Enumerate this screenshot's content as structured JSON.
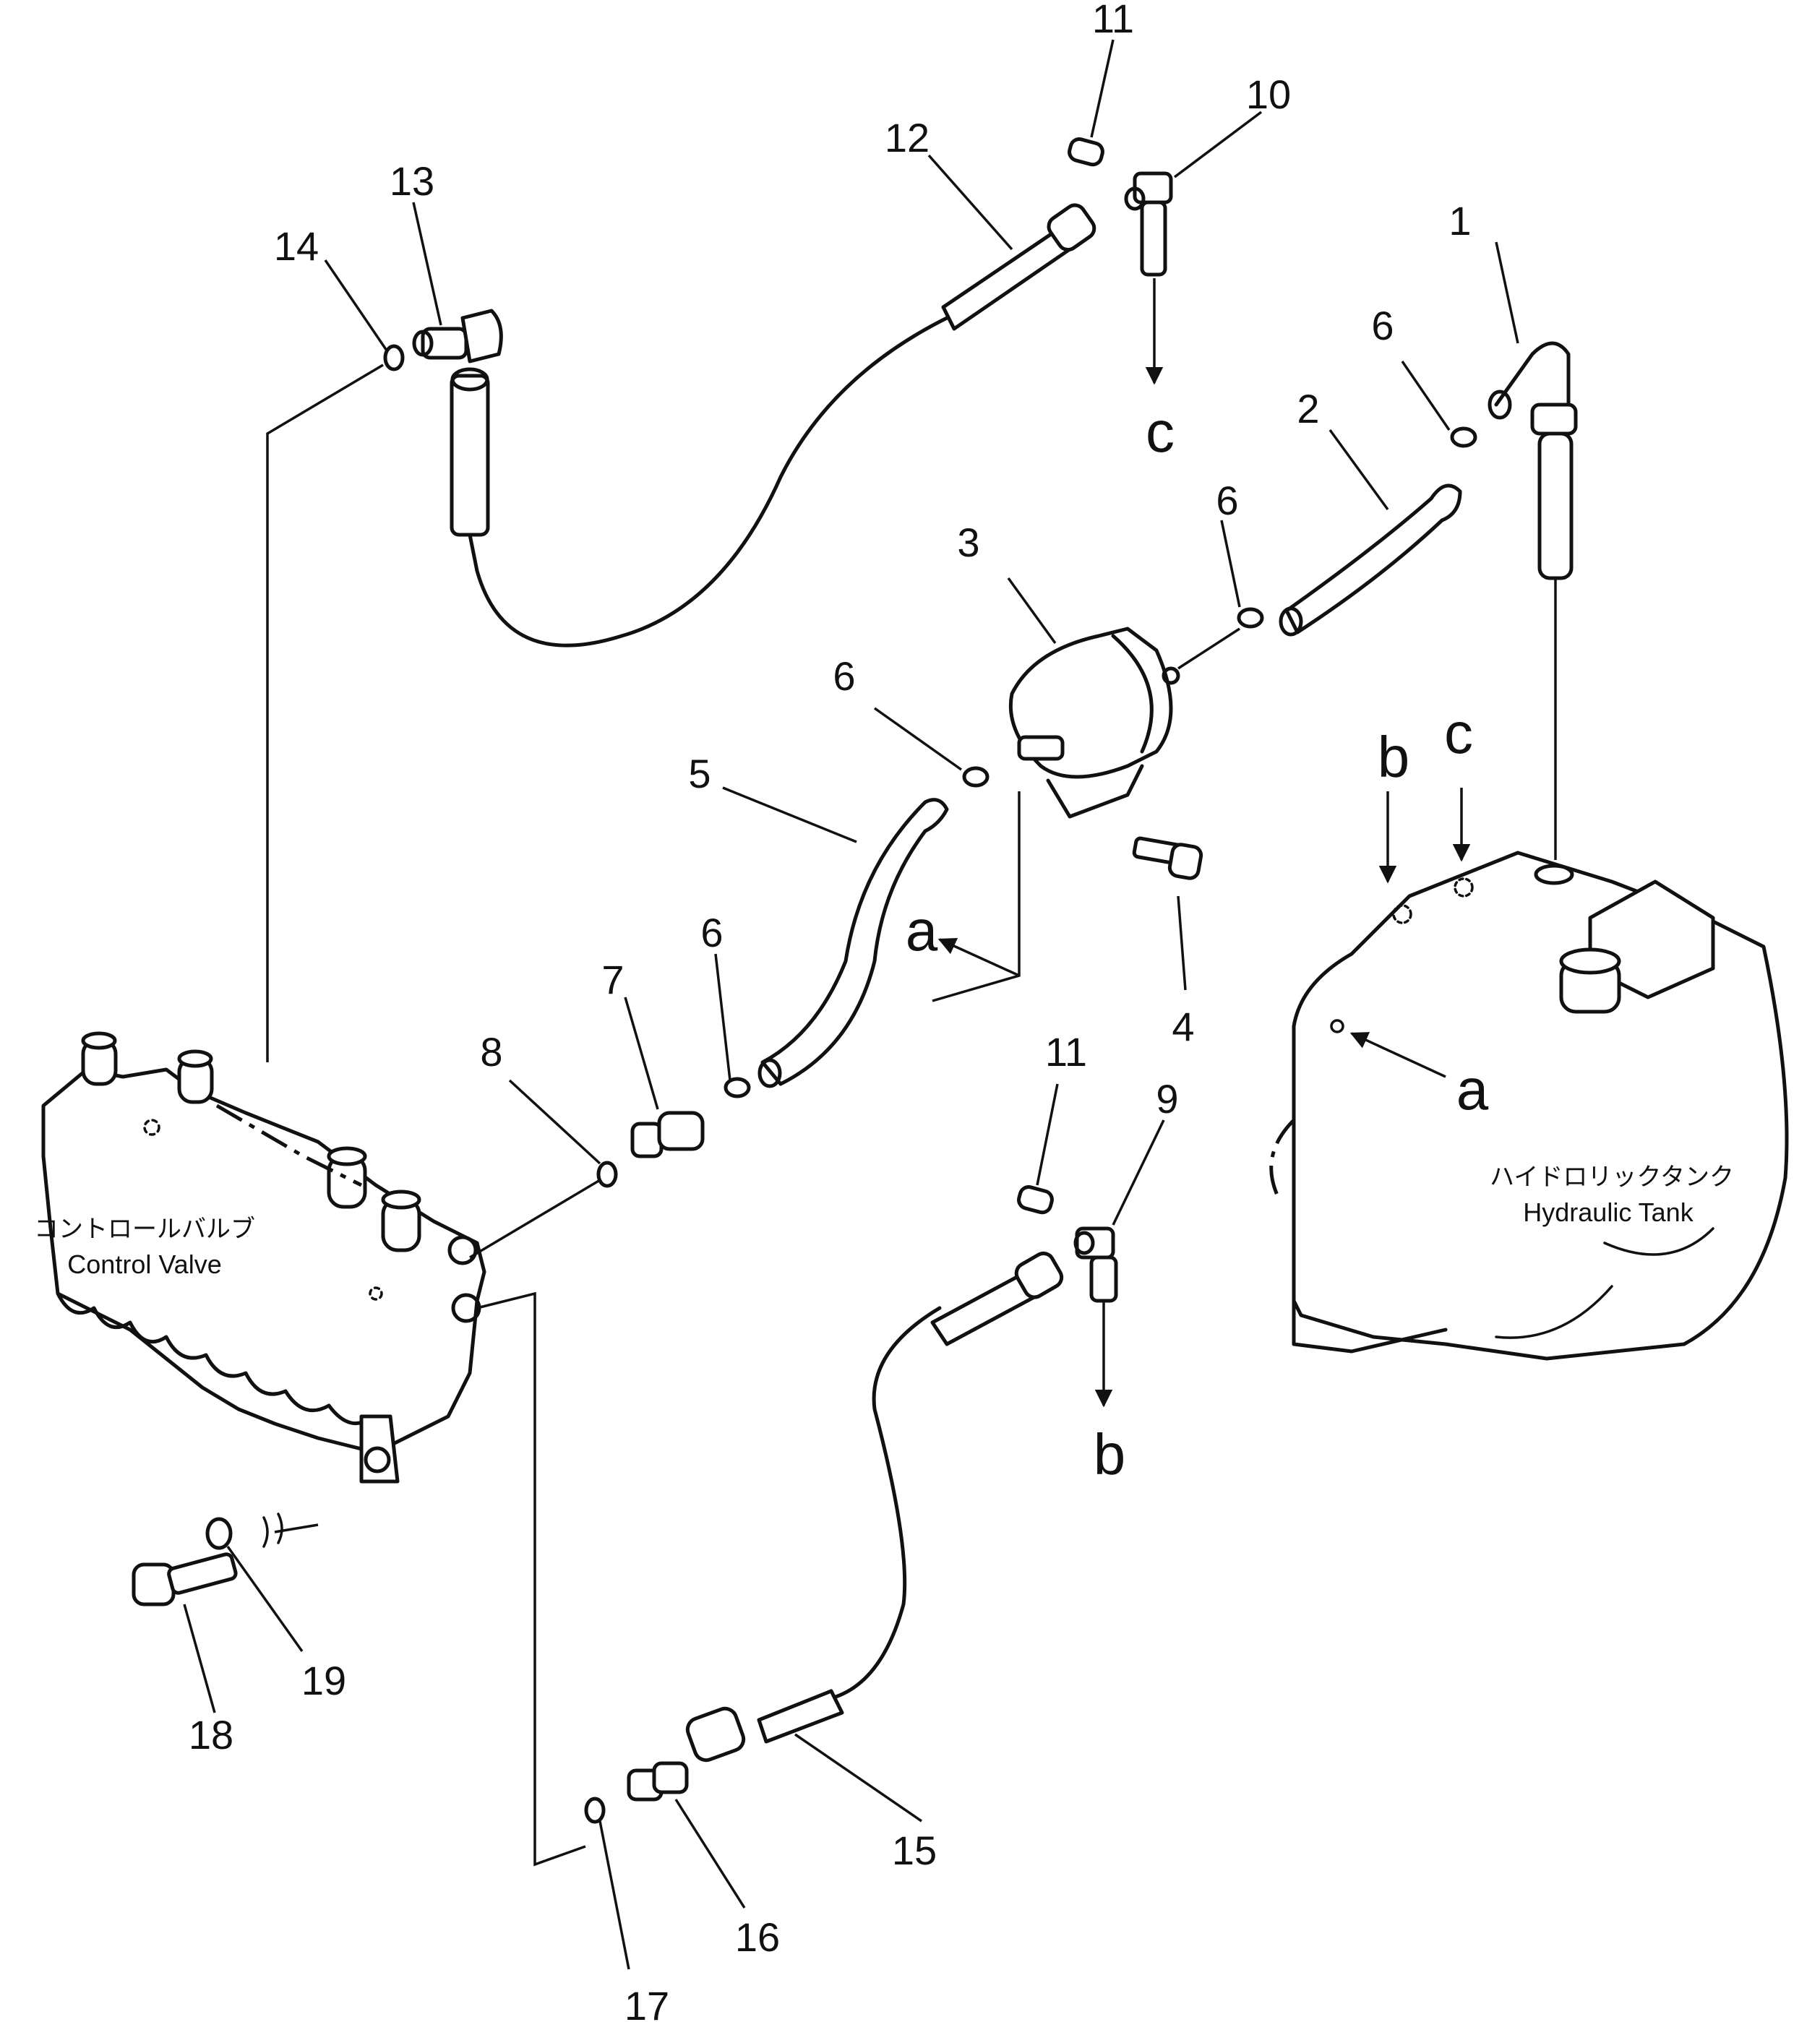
{
  "callouts": [
    "1",
    "2",
    "3",
    "4",
    "5",
    "6",
    "7",
    "8",
    "9",
    "10",
    "11",
    "12",
    "13",
    "14",
    "15",
    "16",
    "17",
    "18",
    "19"
  ],
  "connection_letters": {
    "a": "a",
    "b": "b",
    "c": "c"
  },
  "labels": {
    "control_valve_jp": "コントロールバルブ",
    "control_valve_en": "Control Valve",
    "hydraulic_tank_jp": "ハイドロリックタンク",
    "hydraulic_tank_en": "Hydraulic Tank"
  }
}
